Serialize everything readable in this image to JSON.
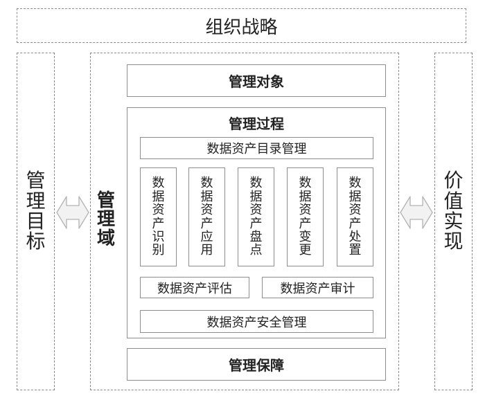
{
  "top": {
    "strategy": "组织战略"
  },
  "left": {
    "goal": [
      "管",
      "理",
      "目",
      "标"
    ]
  },
  "right": {
    "value": [
      "价",
      "值",
      "实",
      "现"
    ]
  },
  "domain": {
    "label": [
      "管",
      "理",
      "域"
    ],
    "object": "管理对象",
    "process": {
      "title": "管理过程",
      "catalog": "数据资产目录管理",
      "columns": [
        [
          "数",
          "据",
          "资",
          "产",
          "识",
          "别"
        ],
        [
          "数",
          "据",
          "资",
          "产",
          "应",
          "用"
        ],
        [
          "数",
          "据",
          "资",
          "产",
          "盘",
          "点"
        ],
        [
          "数",
          "据",
          "资",
          "产",
          "变",
          "更"
        ],
        [
          "数",
          "据",
          "资",
          "产",
          "处",
          "置"
        ]
      ],
      "evaluation": "数据资产评估",
      "audit": "数据资产审计",
      "security": "数据资产安全管理"
    },
    "guarantee": "管理保障"
  },
  "icons": {
    "left_arrow": "double-arrow-icon",
    "right_arrow": "double-arrow-icon"
  },
  "colors": {
    "border": "#8d8d8d",
    "dashed_border": "#8a8a8a",
    "arrow_fill": "#f2f2f2",
    "arrow_stroke": "#b3b3b3",
    "text": "#222222"
  }
}
